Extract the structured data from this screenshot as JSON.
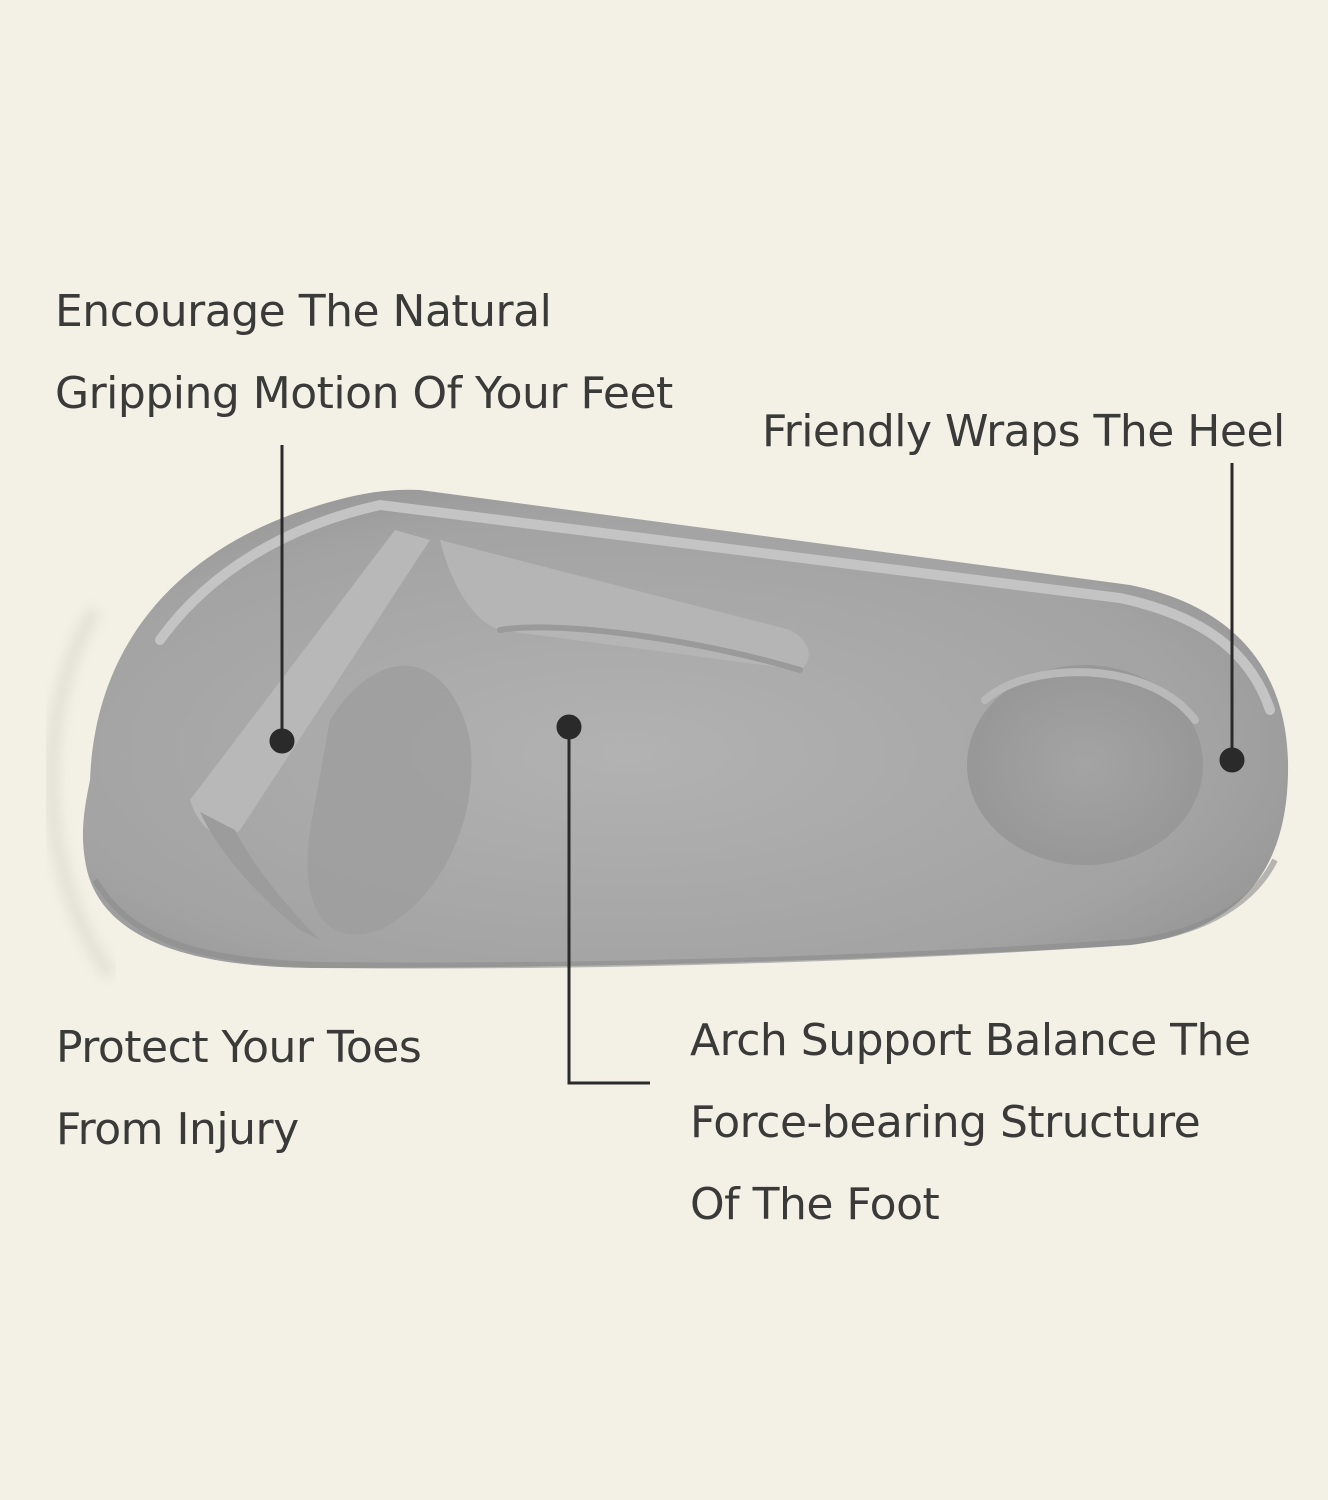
{
  "callouts": {
    "toes_grip": {
      "line1": "Encourage The Natural",
      "line2": "Gripping Motion Of Your Feet"
    },
    "heel": {
      "line1": "Friendly Wraps The Heel"
    },
    "toes_protect": {
      "line1": "Protect Your Toes",
      "line2": "From Injury"
    },
    "arch": {
      "line1": "Arch Support Balance The",
      "line2": "Force-bearing Structure",
      "line3": "Of The Foot"
    }
  },
  "colors": {
    "background": "#f3f1e6",
    "insole": "#a6a6a6",
    "text": "#3a3a38",
    "leader_line": "#2a2a2a"
  }
}
